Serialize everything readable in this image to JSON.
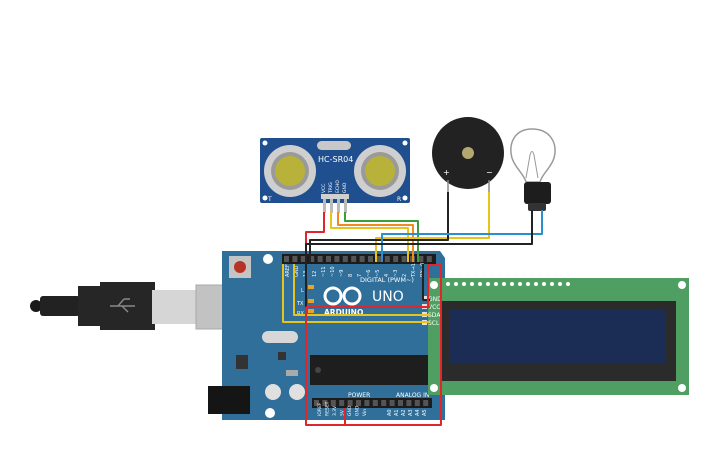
{
  "sensor": {
    "model": "HC-SR04",
    "pins": [
      "VCC",
      "TRIG",
      "ECHO",
      "GND"
    ],
    "t_mark": "T",
    "r_mark": "R"
  },
  "buzzer": {
    "plus": "+",
    "minus": "−"
  },
  "arduino": {
    "brand": "ARDUINO",
    "model": "UNO",
    "digital_label": "DIGITAL (PWM~)",
    "power_label": "POWER",
    "analog_label": "ANALOG IN",
    "side_labels": [
      "AREF",
      "GND",
      "13",
      "12",
      "~11",
      "~10",
      "~9",
      "8",
      "7",
      "~6",
      "~5",
      "4",
      "~3",
      "2",
      "TX→1",
      "RX←0"
    ],
    "l_label": "L",
    "tx_label": "TX",
    "rx_label": "RX",
    "power_pins": [
      "IOREF",
      "RESET",
      "3.3V",
      "5V",
      "GND",
      "GND",
      "Vin"
    ],
    "analog_pins": [
      "A0",
      "A1",
      "A2",
      "A3",
      "A4",
      "A5"
    ]
  },
  "lcd": {
    "pins": [
      "GND",
      "VCC",
      "SDA",
      "SCL"
    ]
  },
  "colors": {
    "board": "#2f6f9a",
    "sensor": "#1f4f8f",
    "lcd_pcb": "#4f9e62",
    "lcd_screen": "#1b2c55",
    "wire_red": "#e0252b",
    "wire_black": "#222222",
    "wire_yellow": "#e8c31a",
    "wire_orange": "#f08b1d",
    "wire_green": "#3f9c3a",
    "wire_blue": "#2a8fd0"
  }
}
